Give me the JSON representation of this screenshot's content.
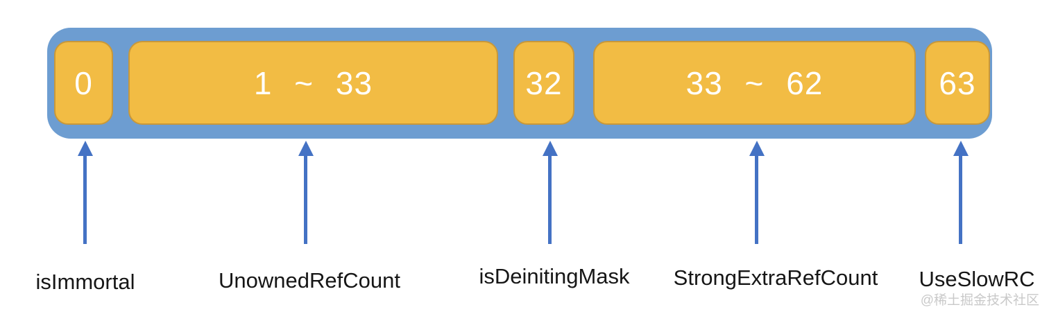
{
  "diagram": {
    "segments": [
      {
        "bits": "0",
        "label": "isImmortal"
      },
      {
        "bits": "1 ~ 33",
        "label": "UnownedRefCount"
      },
      {
        "bits": "32",
        "label": "isDeinitingMask"
      },
      {
        "bits": "33 ~ 62",
        "label": "StrongExtraRefCount"
      },
      {
        "bits": "63",
        "label": "UseSlowRC"
      }
    ],
    "watermark": "@稀土掘金技术社区",
    "colors": {
      "container": "#6D9DD1",
      "segment": "#F2BC44",
      "segment-border": "#C8983A",
      "arrow": "#4472C4",
      "label-text": "#161616",
      "watermark": "#C9C9C9"
    }
  }
}
